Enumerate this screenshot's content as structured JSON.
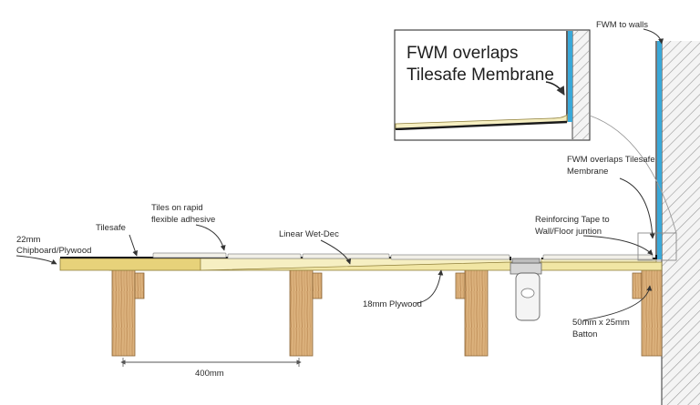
{
  "labels": {
    "fwm_walls": "FWM to walls",
    "inset_line1": "FWM overlaps",
    "inset_line2": "Tilesafe Membrane",
    "fwm_overlaps_1": "FWM overlaps Tilesafe",
    "fwm_overlaps_2": "Membrane",
    "tiles_1": "Tiles on rapid",
    "tiles_2": "flexible adhesive",
    "tilesafe": "Tilesafe",
    "linear": "Linear Wet-Dec",
    "chip_1": "22mm",
    "chip_2": "Chipboard/Plywood",
    "tape_1": "Reinforcing Tape to",
    "tape_2": "Wall/Floor juntion",
    "ply18": "18mm Plywood",
    "batton_1": "50mm x 25mm",
    "batton_2": "Batton",
    "dim400": "400mm"
  },
  "colors": {
    "timber": "#d9b07c",
    "timber_dark": "#a87a48",
    "board": "#f6efc2",
    "board_fill": "#e7d27a",
    "membrane_blue": "#3aa8d8",
    "wall_hatch": "#8a8a8a",
    "tile": "#f2f0e8"
  }
}
